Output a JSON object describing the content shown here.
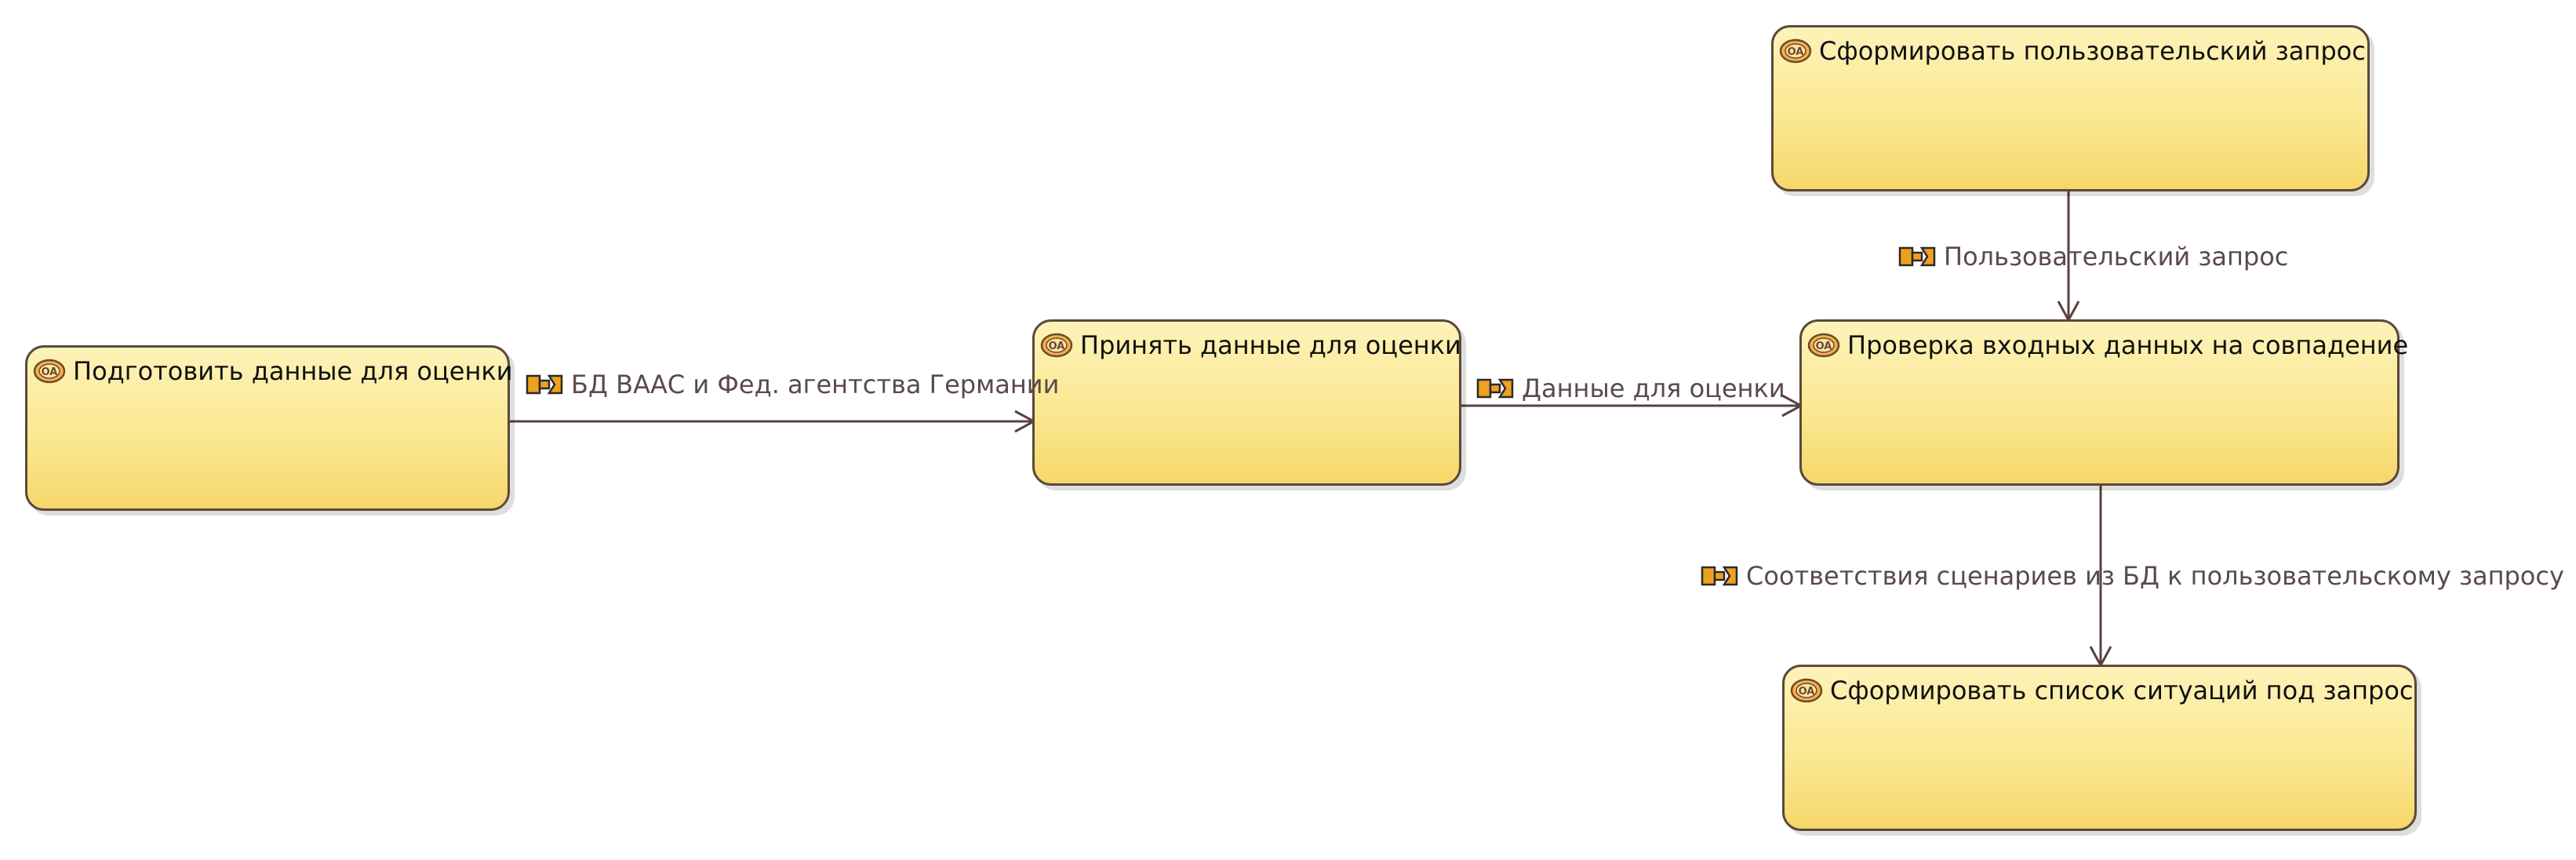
{
  "diagram": {
    "nodes": [
      {
        "id": "prepare",
        "title": "Подготовить данные для оценки",
        "icon": "operational-activity-icon"
      },
      {
        "id": "accept",
        "title": "Принять данные для оценки",
        "icon": "operational-activity-icon"
      },
      {
        "id": "form_request",
        "title": "Сформировать пользовательский запрос",
        "icon": "operational-activity-icon"
      },
      {
        "id": "check",
        "title": "Проверка входных данных на совпадение",
        "icon": "operational-activity-icon"
      },
      {
        "id": "form_list",
        "title": "Сформировать список ситуаций под запрос",
        "icon": "operational-activity-icon"
      }
    ],
    "edges": [
      {
        "from": "prepare",
        "to": "accept",
        "label": "БД ВААС и Фед. агентства Германии",
        "icon": "information-flow-icon"
      },
      {
        "from": "accept",
        "to": "check",
        "label": "Данные для оценки",
        "icon": "information-flow-icon"
      },
      {
        "from": "form_request",
        "to": "check",
        "label": "Пользовательский запрос",
        "icon": "information-flow-icon"
      },
      {
        "from": "check",
        "to": "form_list",
        "label": "Соответствия сценариев из БД к пользовательскому запросу",
        "icon": "information-flow-icon"
      }
    ],
    "colors": {
      "node_fill_top": "#fdf3b8",
      "node_fill_bottom": "#f6d76a",
      "node_border": "#5a4a3a",
      "edge": "#5a4040",
      "icon_orange": "#f0a020"
    }
  }
}
